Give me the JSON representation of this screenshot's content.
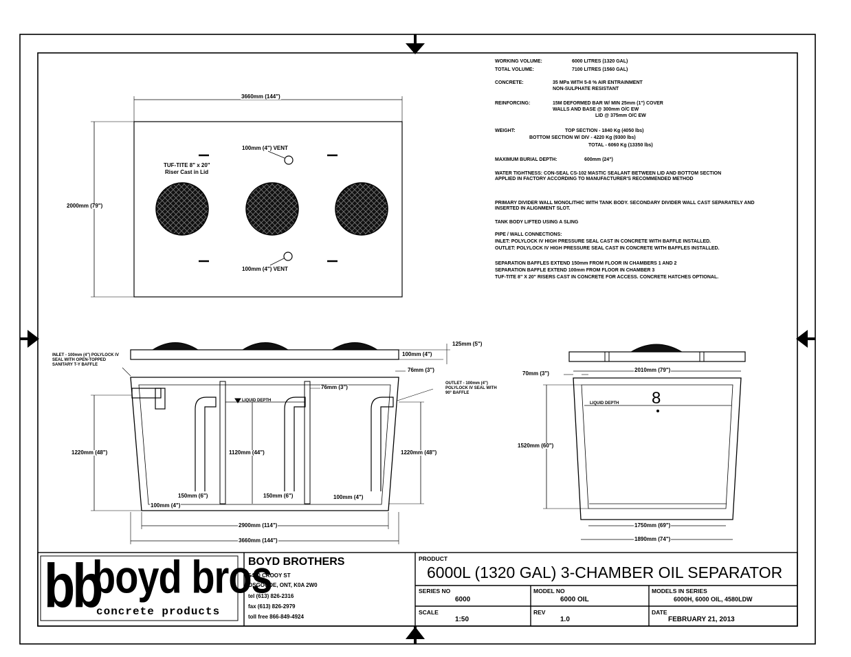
{
  "notes": {
    "working_volume_label": "WORKING VOLUME:",
    "working_volume_value": "6000 LITRES (1320 GAL)",
    "total_volume_label": "TOTAL VOLUME:",
    "total_volume_value": "7100 LITRES (1560 GAL)",
    "concrete_label": "CONCRETE:",
    "concrete_value_1": "35 MPa WITH 5-8 % AIR ENTRAINMENT",
    "concrete_value_2": "NON-SULPHATE RESISTANT",
    "reinforcing_label": "REINFORCING:",
    "reinforcing_value_1": "15M DEFORMED BAR W/ MIN 25mm (1\") COVER",
    "reinforcing_value_2": "WALLS AND BASE @ 300mm O/C EW",
    "reinforcing_value_3": "LID @ 375mm O/C EW",
    "weight_label": "WEIGHT:",
    "weight_value_1": "TOP SECTION - 1840 Kg (4050 lbs)",
    "weight_value_2": "BOTTOM SECTION W/ DIV - 4220 Kg (9300 lbs)",
    "weight_value_3": "TOTAL - 6060 Kg (13350 lbs)",
    "burial_label": "MAXIMUM BURIAL DEPTH:",
    "burial_value": "600mm (24\")",
    "water_tightness": "WATER TIGHTNESS: CON-SEAL CS-102 MASTIC SEALANT BETWEEN LID AND BOTTOM SECTION APPLIED IN FACTORY ACCORDING TO MANUFACTURER'S RECOMMENDED METHOD",
    "divider": "PRIMARY DIVIDER WALL MONOLITHIC WITH TANK BODY. SECONDARY DIVIDER WALL CAST SEPARATELY AND INSERTED IN ALIGNMENT SLOT.",
    "lifted": "TANK BODY LIFTED USING A SLING",
    "pipe_title": "PIPE / WALL CONNECTIONS:",
    "pipe_1": "INLET: POLYLOCK IV HIGH PRESSURE SEAL CAST IN CONCRETE WITH BAFFLE INSTALLED.",
    "pipe_2": "OUTLET: POLYLOCK IV HIGH PRESSURE SEAL CAST IN CONCRETE WITH BAFFLES INSTALLED.",
    "pipe_3": "SEPARATION BAFFLES EXTEND 150mm FROM FLOOR IN CHAMBERS 1 AND 2",
    "pipe_4": "SEPARATION BAFFLE EXTEND 100mm FROM FLOOR IN CHAMBER 3",
    "pipe_5": "TUF-TITE 8\" X 20\" RISERS CAST IN CONCRETE FOR ACCESS. CONCRETE HATCHES OPTIONAL."
  },
  "plan": {
    "width_dim": "3660mm (144\")",
    "depth_dim": "2000mm (79\")",
    "riser_label_1": "TUF-TITE 8\" x 20\"",
    "riser_label_2": "Riser Cast in Lid",
    "vent_top": "100mm (4\") VENT",
    "vent_bottom": "100mm (4\") VENT"
  },
  "section": {
    "inlet_note": "INLET - 100mm (4\") POLYLOCK IV SEAL WITH OPEN-TOPPED SANITARY T-Y BAFFLE",
    "outlet_note": "OUTLET - 100mm (4\") POLYLOCK IV SEAL WITH 90° BAFFLE",
    "liquid_depth": "LIQUID DEPTH",
    "lid_thk": "125mm (5\")",
    "riser_h": "100mm (4\")",
    "wall_top": "76mm (3\")",
    "div_gap": "76mm (3\")",
    "h_left": "1220mm (48\")",
    "h_mid": "1120mm (44\")",
    "h_right": "1220mm (48\")",
    "baffle_1": "150mm (6\")",
    "baffle_2": "150mm (6\")",
    "baffle_3": "100mm (4\")",
    "floor_gap": "100mm (4\")",
    "inner_len": "2900mm (114\")",
    "outer_len": "3660mm (144\")"
  },
  "end_view": {
    "top_width": "2010mm (79\")",
    "wall_thk": "70mm (3\")",
    "liquid_depth": "LIQUID DEPTH",
    "height": "1520mm (60\")",
    "inner_bottom": "1750mm (69\")",
    "outer_bottom": "1890mm (74\")",
    "figure_8": "8"
  },
  "title_block": {
    "company": "BOYD BROTHERS",
    "address_1": "5480 CROOY ST",
    "address_2": "OSGOODE, ONT, K0A 2W0",
    "tel": "tel (613) 826-2316",
    "fax": "fax (613) 826-2979",
    "tollfree": "toll free 866-849-4924",
    "logo_bb": "bb",
    "logo_boyd": "boyd bros",
    "logo_sub": "concrete products",
    "product_label": "PRODUCT",
    "product": "6000L (1320 GAL) 3-CHAMBER OIL SEPARATOR",
    "series_label": "SERIES NO",
    "series": "6000",
    "model_label": "MODEL NO",
    "model": "6000 OIL",
    "models_label": "MODELS IN SERIES",
    "models": "6000H, 6000 OIL, 4580LDW",
    "scale_label": "SCALE",
    "scale": "1:50",
    "rev_label": "REV",
    "rev": "1.0",
    "date_label": "DATE",
    "date": "FEBRUARY 21, 2013"
  }
}
